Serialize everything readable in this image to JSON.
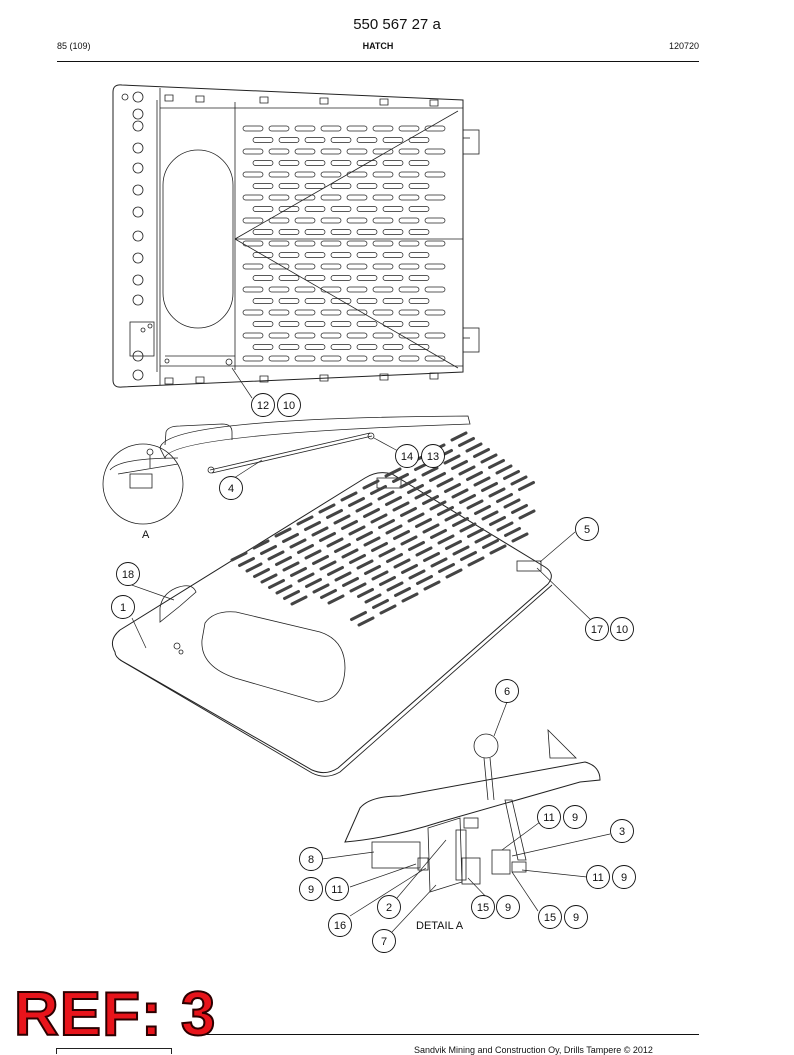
{
  "header": {
    "document_number": "550 567 27 a",
    "page_ref": "85 (109)",
    "section_title": "HATCH",
    "revision_date": "120720"
  },
  "callouts": [
    "12",
    "10",
    "14",
    "13",
    "4",
    "5",
    "18",
    "1",
    "17",
    "10",
    "6",
    "11",
    "9",
    "3",
    "8",
    "11",
    "9",
    "9",
    "11",
    "2",
    "15",
    "9",
    "16",
    "15",
    "9",
    "7"
  ],
  "labels": {
    "detail_marker": "A",
    "detail_title": "DETAIL A"
  },
  "footer": {
    "copyright": "Sandvik Mining and Construction Oy, Drills Tampere © 2012",
    "ref_stamp": "REF: 3"
  }
}
